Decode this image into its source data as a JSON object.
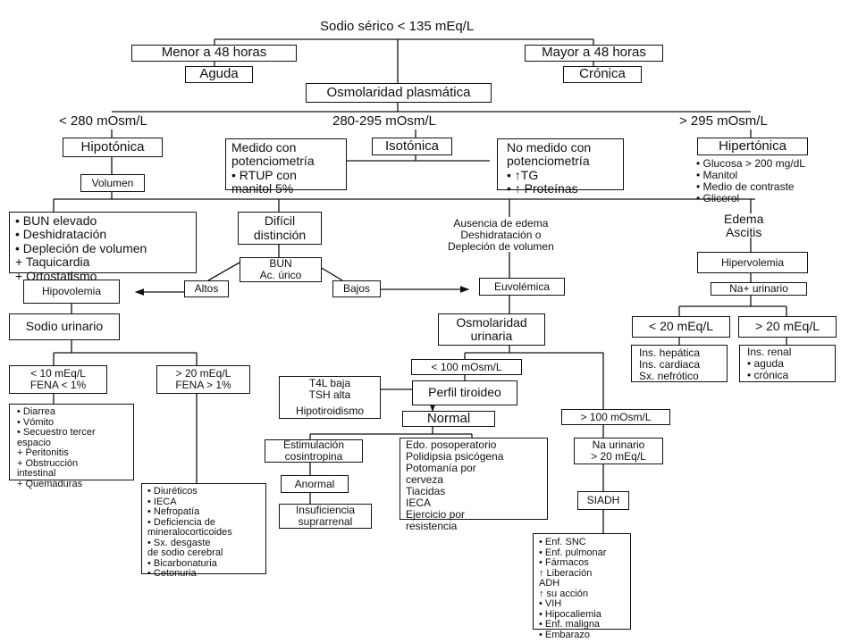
{
  "root": "Sodio sérico < 135 mEq/L",
  "menor_48": "Menor a 48 horas",
  "mayor_48": "Mayor a 48 horas",
  "aguda": "Aguda",
  "cronica": "Crónica",
  "osmolaridad_plasmatica": "Osmolaridad plasmática",
  "branch_low": "< 280 mOsm/L",
  "branch_mid": "280-295 mOsm/L",
  "branch_high": "> 295 mOsm/L",
  "hipotonica": "Hipotónica",
  "isotonica": "Isotónica",
  "hipertonica": "Hipertónica",
  "medido": "Medido con\npotenciometría\n• RTUP con\nmanitol 5%",
  "no_medido": "No medido con\npotenciometría\n• ↑TG\n• ↑ Proteínas",
  "hipertonica_causes": [
    "• Glucosa > 200 mg/dL",
    "• Manitol",
    "• Medio de contraste",
    "• Glicerol"
  ],
  "volumen": "Volumen",
  "hipovolemia_signs": [
    "• BUN elevado",
    "• Deshidratación",
    "• Depleción de volumen",
    "+ Taquicardia",
    "+ Ortostatismo"
  ],
  "dificil": "Difícil\ndistinción",
  "bun_acurico": "BUN\nAc. úrico",
  "altos": "Altos",
  "bajos": "Bajos",
  "ausencia_edema": "Ausencia de edema\nDeshidratación o\nDepleción de volumen",
  "edema_ascitis": "Edema\nAscitis",
  "hipovolemia": "Hipovolemia",
  "euvolemica": "Euvolémica",
  "hipervolemia": "Hipervolemia",
  "na_urinario_box": "Na+ urinario",
  "sodio_urinario": "Sodio urinario",
  "osm_urinaria": "Osmolaridad\nurinaria",
  "lt20_meq": "< 20 mEq/L",
  "gt20_meq": "> 20 mEq/L",
  "lt20_causes": "Ins. hepática\nIns. cardiaca\nSx. nefrótico",
  "gt20_causes": "Ins. renal\n• aguda\n• crónica",
  "lt10_fena": "< 10 mEq/L\nFENA < 1%",
  "gt20_fena": "> 20 mEq/L\nFENA > 1%",
  "extrarenal_causes": [
    "• Diarrea",
    "• Vómito",
    "• Secuestro tercer\n  espacio",
    "+ Peritonitis",
    "+ Obstrucción\n  intestinal",
    "+ Quemaduras"
  ],
  "renal_causes": [
    "• Diuréticos",
    "• IECA",
    "• Nefropatía",
    "• Deficiencia de\nmineralocorticoides",
    "• Sx. desgaste\n  de sodio cerebral",
    "• Bicarbonaturia",
    "• Cetonuria"
  ],
  "lt100": "< 100 mOsm/L",
  "gt100": "> 100 mOsm/L",
  "t4l": "T4L baja\nTSH alta",
  "hipotiroidismo": "Hipotiroidismo",
  "perfil_tiroideo": "Perfil tiroideo",
  "normal": "Normal",
  "estimulacion": "Estimulación\ncosintropina",
  "anormal": "Anormal",
  "insuficiencia": "Insuficiencia\nsuprarrenal",
  "edo_causes": "Edo. posoperatorio\nPolidipsia psicógena\nPotomanía por\ncerveza\nTiacidas\nIECA\nEjercicio por\nresistencia",
  "na_urinario_gt20": "Na urinario\n> 20 mEq/L",
  "siadh": "SIADH",
  "siadh_causes": [
    "• Enf. SNC",
    "• Enf. pulmonar",
    "• Fármacos",
    "↑ Liberación\n      ADH",
    "↑     su acción",
    "• VIH",
    "• Hipocaliemia",
    "• Enf. maligna",
    "• Embarazo"
  ]
}
